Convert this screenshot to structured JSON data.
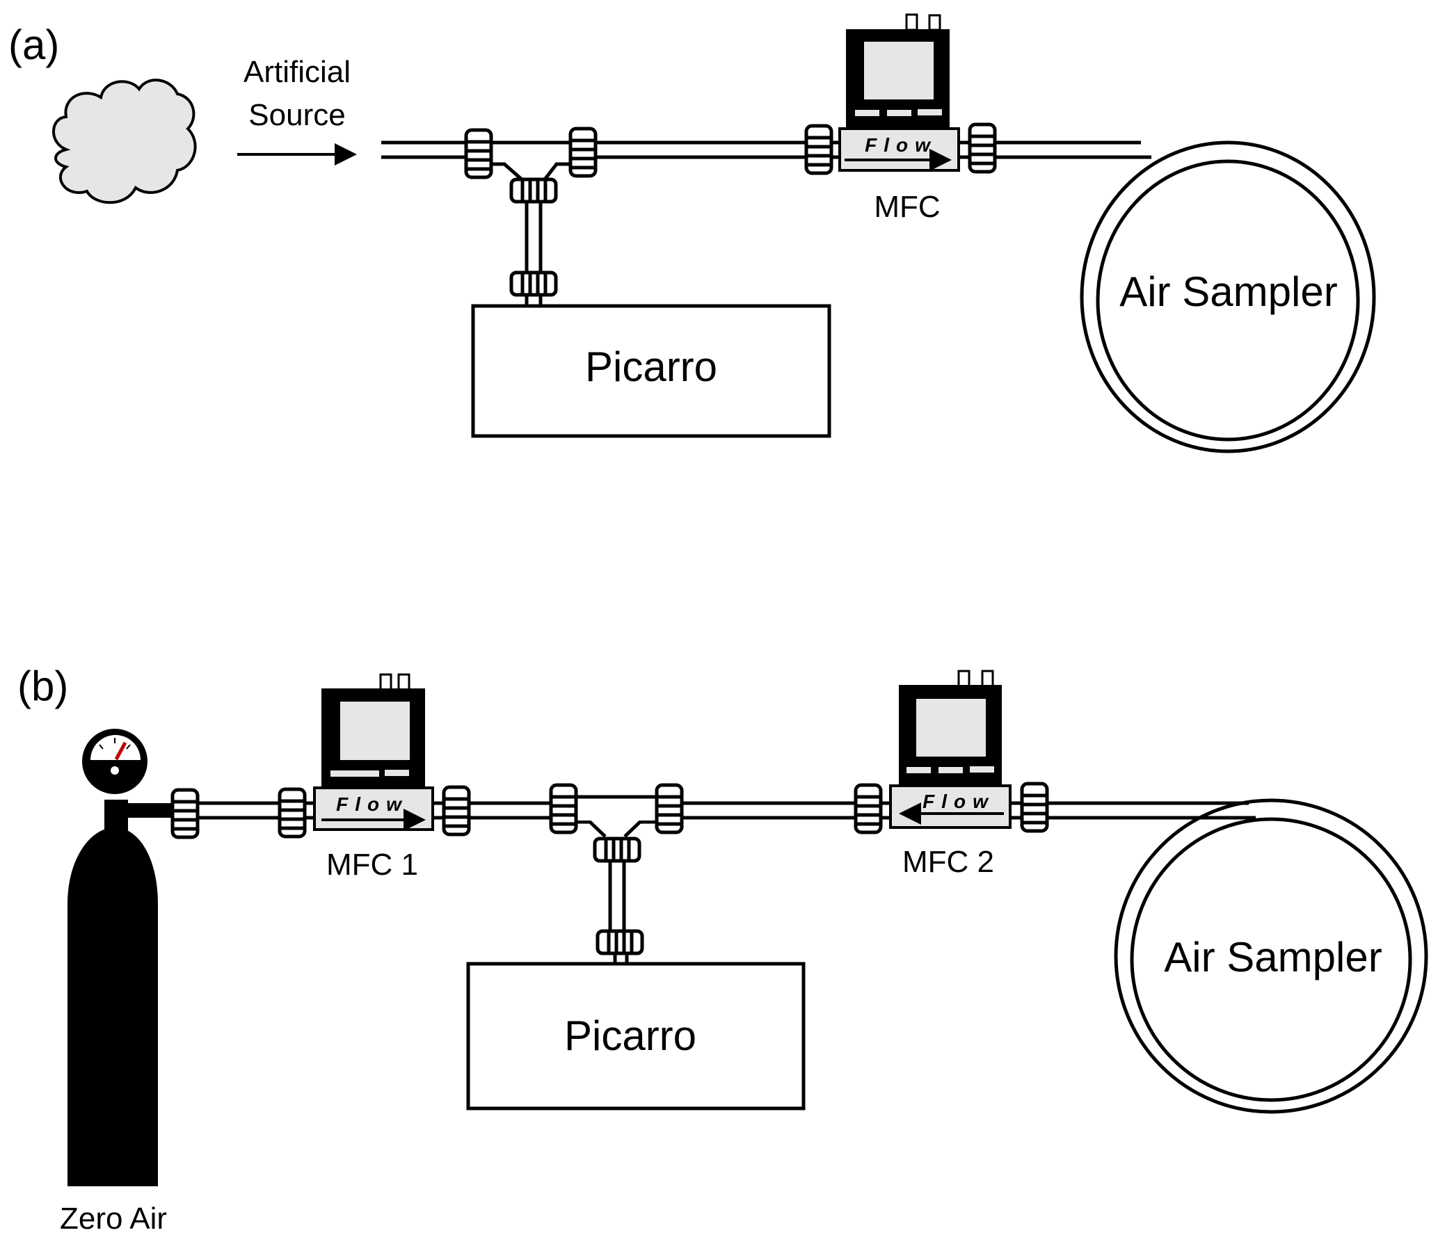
{
  "figure": {
    "panel_a": {
      "label": "(a)",
      "source_label_line1": "Artificial",
      "source_label_line2": "Source",
      "mfc_label": "MFC",
      "mfc_flow_text": "Flow",
      "mfc_flow_direction": "right",
      "analyzer_label": "Picarro",
      "sampler_label": "Air Sampler"
    },
    "panel_b": {
      "label": "(b)",
      "tank_label": "Zero Air",
      "mfc1_label": "MFC 1",
      "mfc1_flow_text": "Flow",
      "mfc1_flow_direction": "right",
      "mfc2_label": "MFC 2",
      "mfc2_flow_text": "Flow",
      "mfc2_flow_direction": "left",
      "analyzer_label": "Picarro",
      "sampler_label": "Air Sampler"
    },
    "colors": {
      "line": "#000000",
      "device_fill": "#e6e6e6",
      "gauge_needle": "#c00000"
    }
  }
}
